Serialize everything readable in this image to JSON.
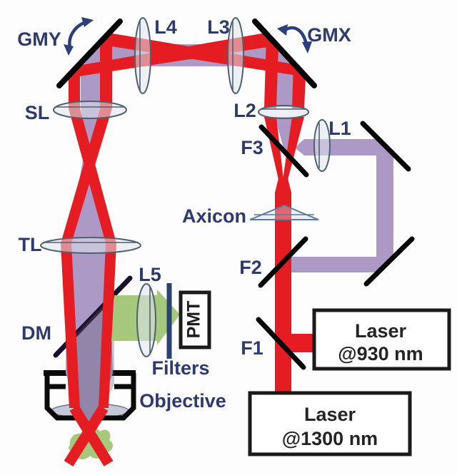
{
  "diagram": {
    "labels": {
      "gmy": "GMY",
      "gmx": "GMX",
      "l1": "L1",
      "l2": "L2",
      "l3": "L3",
      "l4": "L4",
      "l5": "L5",
      "sl": "SL",
      "tl": "TL",
      "dm": "DM",
      "f1": "F1",
      "f2": "F2",
      "f3": "F3",
      "axicon": "Axicon",
      "filters": "Filters",
      "objective": "Objective",
      "pmt": "PMT"
    },
    "laser_930": {
      "line1": "Laser",
      "line2": "@930 nm"
    },
    "laser_1300": {
      "line1": "Laser",
      "line2": "@1300 nm"
    },
    "colors": {
      "beam_red": "#e51d23",
      "beam_purple": "#ac99c6",
      "beam_green": "#a6c87c",
      "mirror_black": "#050505",
      "dichroic_dark": "#1c0f2e",
      "label_navy": "#2e3a6e",
      "arrow_blue": "#2b3f7d",
      "filter_bar_blue": "#2c4370",
      "lens_outline": "#50606f",
      "laser_text": "#242424"
    }
  }
}
